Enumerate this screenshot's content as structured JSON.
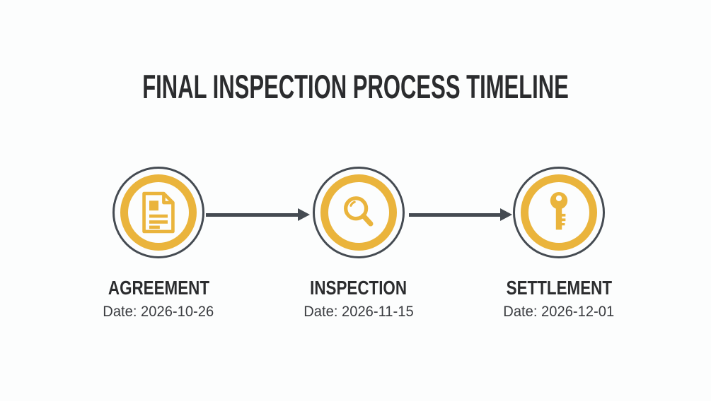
{
  "title": "FINAL INSPECTION PROCESS TIMELINE",
  "colors": {
    "background": "#FCFDFD",
    "accent_yellow": "#EAB43C",
    "outline_dark": "#454B52",
    "title_text": "#2B2C2E",
    "date_text": "#3A3C40"
  },
  "stages": [
    {
      "label": "AGREEMENT",
      "date": "Date: 2026-10-26",
      "icon": "document-icon"
    },
    {
      "label": "INSPECTION",
      "date": "Date: 2026-11-15",
      "icon": "magnifier-icon"
    },
    {
      "label": "SETTLEMENT",
      "date": "Date: 2026-12-01",
      "icon": "key-icon"
    }
  ]
}
